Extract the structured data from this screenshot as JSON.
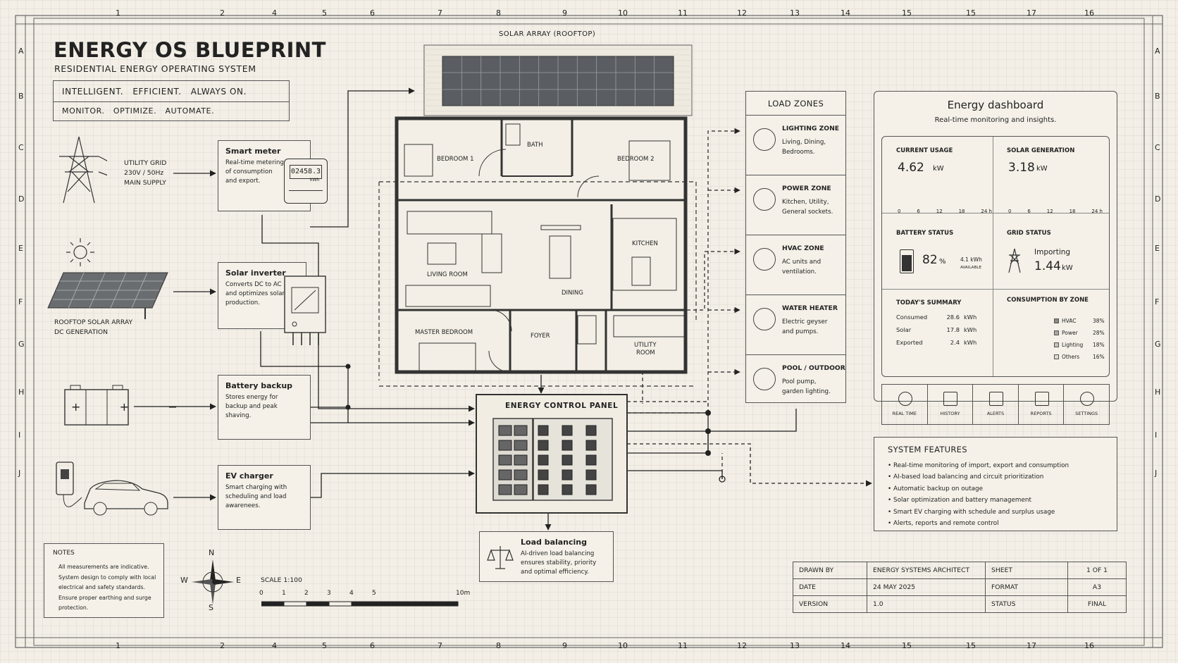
{
  "header": {
    "title": "ENERGY OS BLUEPRINT",
    "subtitle": "RESIDENTIAL ENERGY OPERATING SYSTEM",
    "tagline": "INTELLIGENT.   EFFICIENT.   ALWAYS ON.",
    "tagline2": "MONITOR.   OPTIMIZE.   AUTOMATE."
  },
  "rulers": {
    "columns": [
      "1",
      "2",
      "4",
      "5",
      "6",
      "7",
      "8",
      "9",
      "10",
      "11",
      "12",
      "13",
      "14",
      "15",
      "15",
      "17",
      "16"
    ],
    "rows": [
      "A",
      "B",
      "C",
      "D",
      "E",
      "F",
      "G",
      "H",
      "I",
      "J"
    ]
  },
  "sources": {
    "grid": {
      "line1": "UTILITY GRID",
      "line2": "230V / 50Hz",
      "line3": "MAIN SUPPLY"
    },
    "solar": {
      "line1": "ROOFTOP SOLAR ARRAY",
      "line2": "DC GENERATION"
    },
    "battery_symbols": "+   +   −"
  },
  "modules": [
    {
      "title": "Smart meter",
      "desc": [
        "Real-time metering",
        "of consumption",
        "and export."
      ]
    },
    {
      "title": "Solar inverter",
      "desc": [
        "Converts DC to AC",
        "and optimizes solar",
        "production."
      ]
    },
    {
      "title": "Battery backup",
      "desc": [
        "Stores energy for",
        "backup and peak",
        "shaving."
      ]
    },
    {
      "title": "EV charger",
      "desc": [
        "Smart charging with",
        "scheduling and load",
        "awarenees."
      ]
    }
  ],
  "meter_reading": "02458.3",
  "meter_unit": "kWh",
  "floorplan": {
    "solar_label": "SOLAR ARRAY (ROOFTOP)",
    "rooms": [
      "BEDROOM 1",
      "BATH",
      "BEDROOM 2",
      "LIVING ROOM",
      "DINING",
      "KITCHEN",
      "MASTER BEDROOM",
      "FOYER",
      "UTILITY",
      "ROOM"
    ]
  },
  "control_panel": {
    "title": "ENERGY CONTROL PANEL"
  },
  "load_balancing": {
    "title": "Load balancing",
    "desc": [
      "AI-driven load balancing",
      "ensures stability, priority",
      "and optimal efficiency."
    ]
  },
  "load_zones": {
    "title": "LOAD ZONES",
    "zones": [
      {
        "name": "LIGHTING ZONE",
        "desc": [
          "Living, Dining,",
          "Bedrooms."
        ],
        "icon": "bulb-icon"
      },
      {
        "name": "POWER ZONE",
        "desc": [
          "Kitchen, Utility,",
          "General sockets."
        ],
        "icon": "socket-icon"
      },
      {
        "name": "HVAC ZONE",
        "desc": [
          "AC units and",
          "ventilation."
        ],
        "icon": "ac-unit-icon"
      },
      {
        "name": "WATER HEATER",
        "desc": [
          "Electric geyser",
          "and pumps."
        ],
        "icon": "water-heater-icon"
      },
      {
        "name": "POOL / OUTDOOR",
        "desc": [
          "Pool pump,",
          "garden lighting."
        ],
        "icon": "pool-icon"
      }
    ]
  },
  "dashboard": {
    "title": "Energy dashboard",
    "subtitle": "Real-time monitoring and insights.",
    "current_usage": {
      "label": "CURRENT USAGE",
      "value": "4.62",
      "unit": "kW",
      "ticks": [
        "0",
        "6",
        "12",
        "18",
        "24 h"
      ]
    },
    "solar_generation": {
      "label": "SOLAR GENERATION",
      "value": "3.18",
      "unit": "kW",
      "ticks": [
        "0",
        "6",
        "12",
        "18",
        "24 h"
      ]
    },
    "battery": {
      "label": "BATTERY STATUS",
      "percent": "82",
      "percent_unit": "%",
      "kwh": "4.1 kWh",
      "available": "AVAILABLE",
      "level": 0.82
    },
    "grid": {
      "label": "GRID STATUS",
      "state": "Importing",
      "value": "1.44",
      "unit": "kW"
    },
    "summary": {
      "label": "TODAY'S SUMMARY",
      "rows": [
        {
          "k": "Consumed",
          "v": "28.6",
          "u": "kWh"
        },
        {
          "k": "Solar",
          "v": "17.8",
          "u": "kWh"
        },
        {
          "k": "Exported",
          "v": "2.4",
          "u": "kWh"
        }
      ]
    },
    "consumption": {
      "label": "CONSUMPTION BY ZONE",
      "items": [
        {
          "name": "HVAC",
          "pct": "38%"
        },
        {
          "name": "Power",
          "pct": "28%"
        },
        {
          "name": "Lighting",
          "pct": "18%"
        },
        {
          "name": "Others",
          "pct": "16%"
        }
      ],
      "values": [
        38,
        28,
        18,
        16
      ],
      "colors": [
        "#8a8a86",
        "#a9a8a2",
        "#c5c3bc",
        "#dddad2"
      ]
    },
    "nav": [
      "REAL TIME",
      "HISTORY",
      "ALERTS",
      "REPORTS",
      "SETTINGS"
    ]
  },
  "features": {
    "title": "SYSTEM FEATURES",
    "items": [
      "Real-time monitoring of import, export and consumption",
      "AI-based load balancing and circuit prioritization",
      "Automatic backup on outage",
      "Solar optimization and battery management",
      "Smart EV charging with schedule and surplus usage",
      "Alerts, reports and remote control"
    ]
  },
  "notes": {
    "title": "NOTES",
    "items": [
      [
        "All measurements are indicative."
      ],
      [
        "System design to comply with local",
        "electrical and safety standards."
      ],
      [
        "Ensure proper earthing and surge",
        "protection."
      ]
    ]
  },
  "compass": {
    "n": "N",
    "s": "S",
    "e": "E",
    "w": "W"
  },
  "scale": {
    "label": "SCALE 1:100",
    "ticks": [
      "0",
      "1",
      "2",
      "3",
      "4",
      "5",
      "10m"
    ]
  },
  "title_block": {
    "drawn_by_label": "DRAWN BY",
    "drawn_by": "ENERGY SYSTEMS ARCHITECT",
    "sheet_label": "SHEET",
    "sheet": "1 OF 1",
    "date_label": "DATE",
    "date": "24 MAY 2025",
    "format_label": "FORMAT",
    "format": "A3",
    "version_label": "VERSION",
    "version": "1.0",
    "status_label": "STATUS",
    "status": "FINAL"
  }
}
